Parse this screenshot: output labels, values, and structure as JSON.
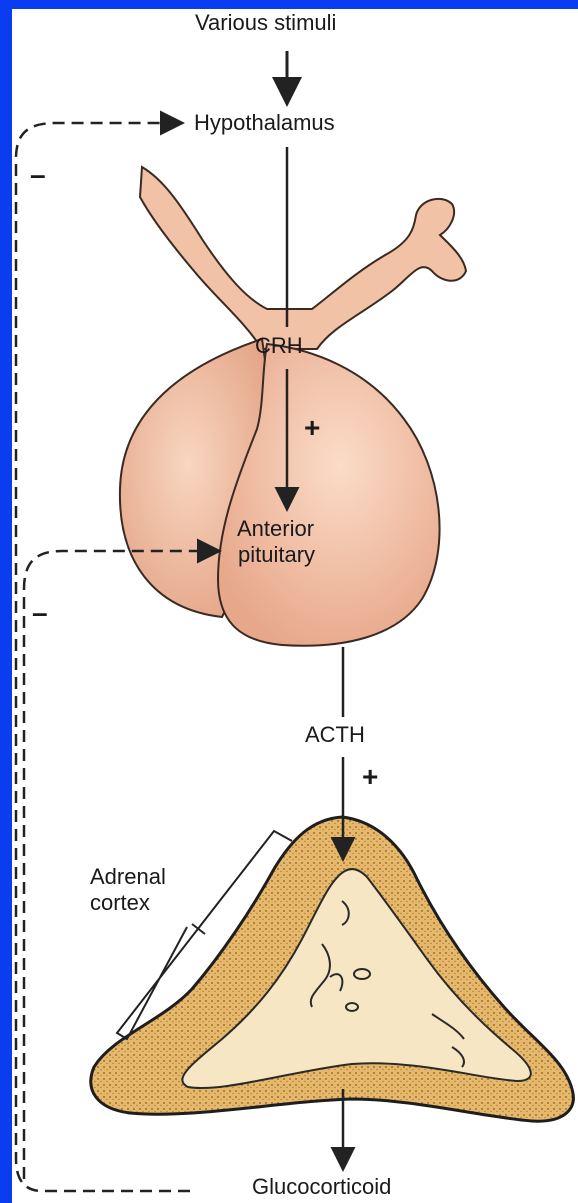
{
  "labels": {
    "stimuli": "Various stimuli",
    "hypothalamus": "Hypothalamus",
    "crh": "CRH",
    "anterior_line1": "Anterior",
    "anterior_line2": "pituitary",
    "acth": "ACTH",
    "adrenal_line1": "Adrenal",
    "adrenal_line2": "cortex",
    "glucocorticoid": "Glucocorticoid"
  },
  "signs": {
    "neg_top": "–",
    "neg_bottom": "–",
    "pos_crh": "+",
    "pos_acth": "+"
  },
  "colors": {
    "frame": "#0a3cf0",
    "pituitary_fill": "#f2c2a6",
    "pituitary_shade": "#d99478",
    "cortex_fill": "#e8bd72",
    "medulla_fill": "#f7e6c4",
    "line": "#222222"
  }
}
